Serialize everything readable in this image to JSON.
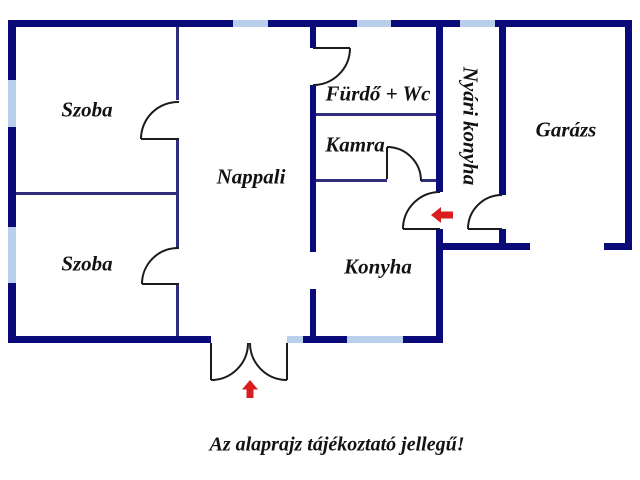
{
  "floorplan": {
    "rooms": [
      {
        "id": "szoba-top",
        "label": "Szoba"
      },
      {
        "id": "nappali",
        "label": "Nappali"
      },
      {
        "id": "furdo-wc",
        "label": "Fürdő + Wc"
      },
      {
        "id": "kamra",
        "label": "Kamra"
      },
      {
        "id": "nyari-konyha",
        "label": "Nyári konyha",
        "orientation": "vertical"
      },
      {
        "id": "garazs",
        "label": "Garázs"
      },
      {
        "id": "szoba-bottom",
        "label": "Szoba"
      },
      {
        "id": "konyha",
        "label": "Konyha"
      }
    ],
    "caption": "Az alaprajz tájékoztató jellegű!",
    "entrance_arrows": [
      {
        "id": "entrance-arrow-left",
        "direction": "left",
        "location": "nyari-konyha to konyha door"
      },
      {
        "id": "entrance-arrow-up",
        "direction": "up",
        "location": "french door into nappali"
      }
    ],
    "colors": {
      "wall": "#0a0b79",
      "interior_wall": "#2e2e7d",
      "window": "#b9d0ec",
      "door_line": "#1b1b1b",
      "arrow": "#d81e1e",
      "text": "#121212",
      "background": "#ffffff"
    }
  }
}
